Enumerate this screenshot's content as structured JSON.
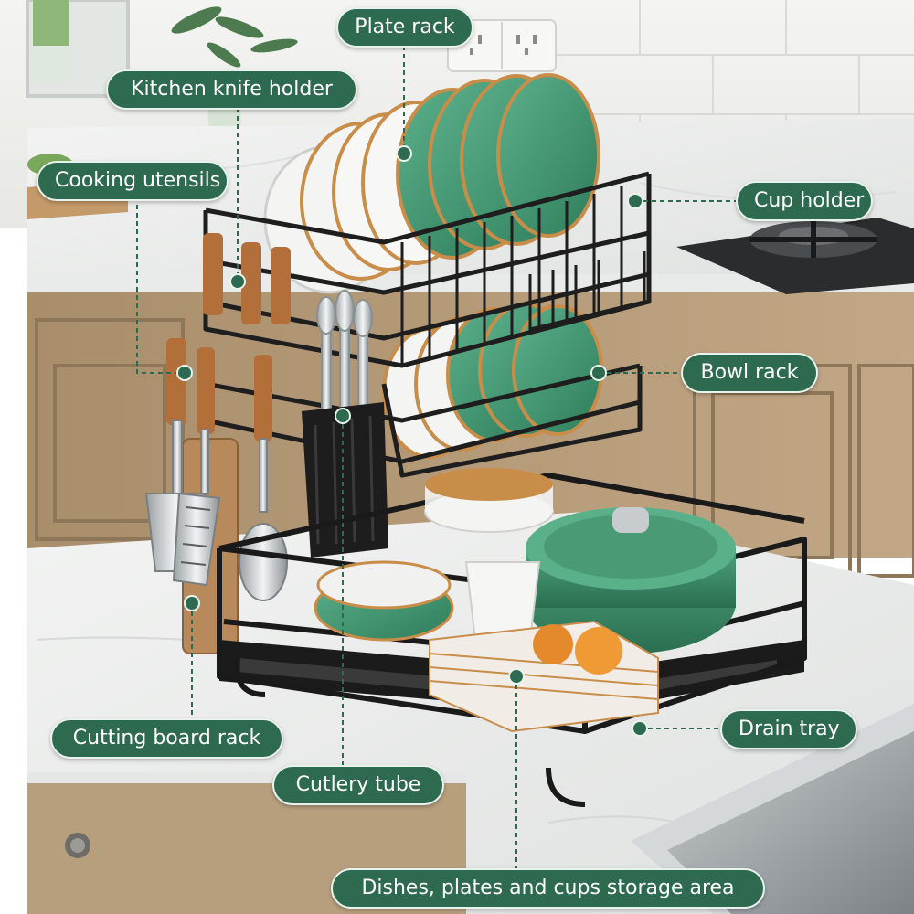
{
  "labels": {
    "plate_rack": "Plate rack",
    "knife_holder": "Kitchen knife holder",
    "cooking_utensils": "Cooking utensils",
    "cup_holder": "Cup holder",
    "bowl_rack": "Bowl rack",
    "cutting_board_rack": "Cutting board rack",
    "drain_tray": "Drain tray",
    "cutlery_tube": "Cutlery tube",
    "storage_area": "Dishes, plates and cups storage area"
  },
  "colors": {
    "callout_bg": "#2e6a4f",
    "callout_text": "#ffffff",
    "leader_line": "#2e6a4f",
    "plate_green": "#3f9a72",
    "plate_rim": "#c98d4a",
    "cabinet_wood": "#b49a78",
    "marble": "#eef0ee",
    "rack_metal": "#1e1e1e"
  }
}
